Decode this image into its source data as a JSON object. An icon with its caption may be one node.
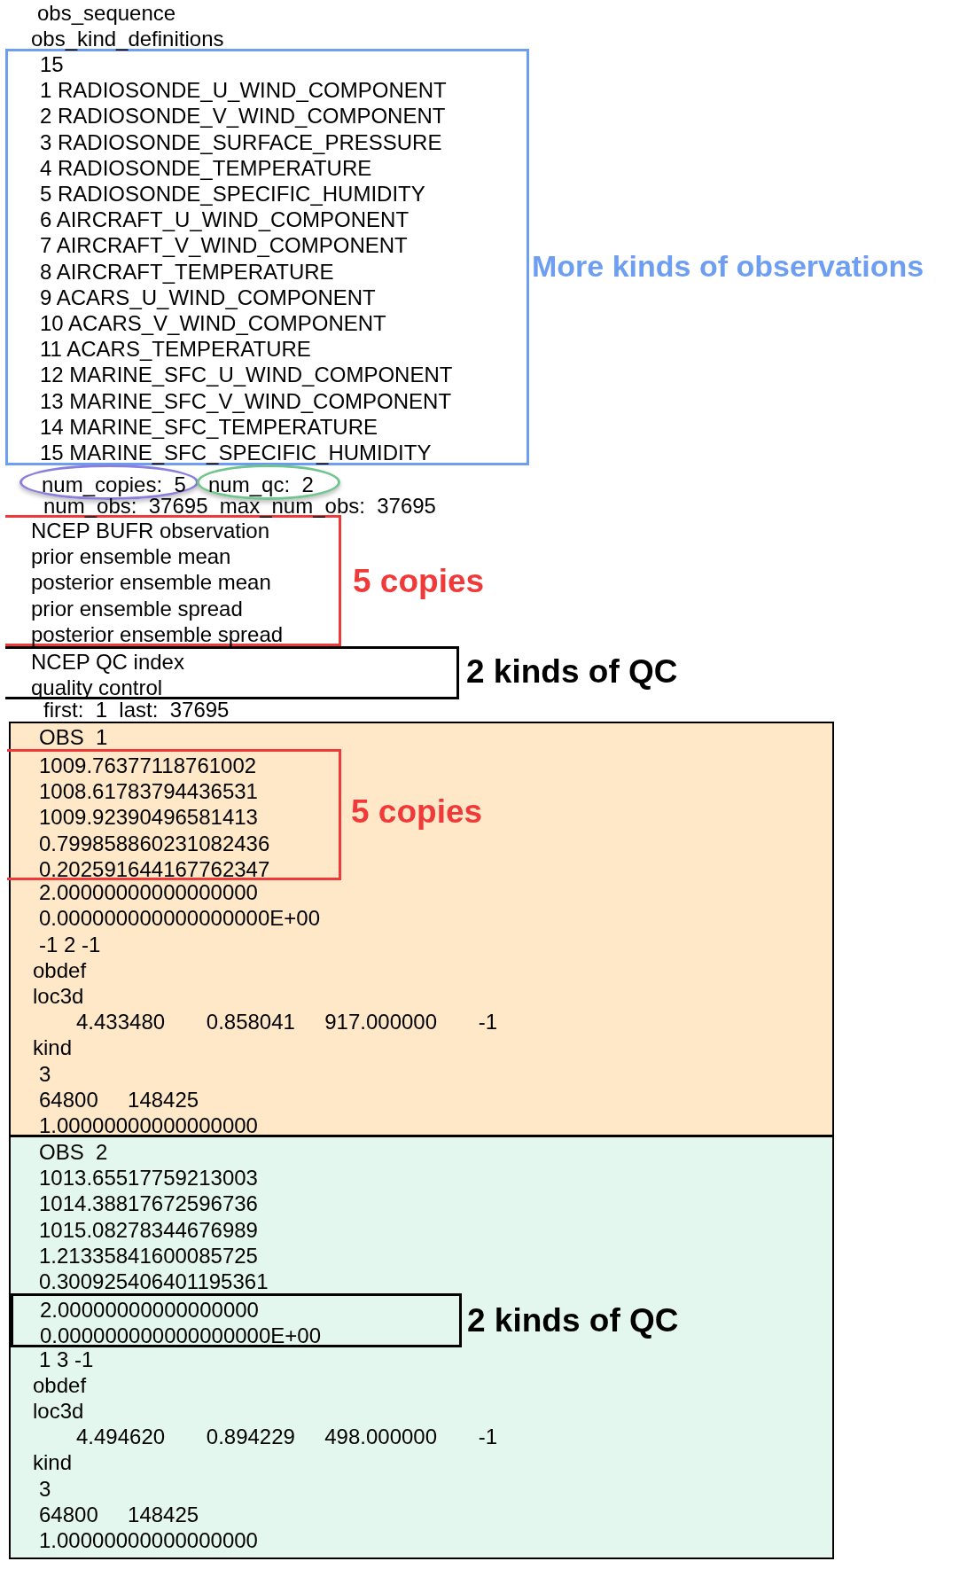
{
  "diagram": {
    "nodes": [
      {
        "text": [
          "15",
          "1 RADIOSONDE_U_WIND_COMPONENT",
          "2 RADIOSONDE_V_WIND_COMPONENT",
          "3 RADIOSONDE_SURFACE_PRESSURE",
          "4 RADIOSONDE_TEMPERATURE",
          "5 RADIOSONDE_SPECIFIC_HUMIDITY",
          "6 AIRCRAFT_U_WIND_COMPONENT",
          "7 AIRCRAFT_V_WIND_COMPONENT",
          "8 AIRCRAFT_TEMPERATURE",
          "9 ACARS_U_WIND_COMPONENT",
          "10 ACARS_V_WIND_COMPONENT",
          "11 ACARS_TEMPERATURE",
          "12 MARINE_SFC_U_WIND_COMPONENT",
          "13 MARINE_SFC_V_WIND_COMPONENT",
          "14 MARINE_SFC_TEMPERATURE",
          "15 MARINE_SFC_SPECIFIC_HUMIDITY"
        ],
        "beside": [
          "More kinds of observations"
        ]
      },
      {
        "text": [
          "num_copies:  5"
        ]
      },
      {
        "text": [
          "num_qc:  2"
        ]
      },
      {
        "text": [
          "NCEP BUFR observation",
          "prior ensemble mean",
          "posterior ensemble mean",
          "prior ensemble spread",
          "posterior ensemble spread"
        ],
        "beside": [
          "5 copies"
        ]
      },
      {
        "text": [
          "NCEP QC index",
          "quality control"
        ],
        "beside": [
          "2 kinds of QC"
        ]
      },
      {
        "text": [
          "OBS  1",
          "2.00000000000000000",
          "0.000000000000000000E+00",
          "-1 2 -1",
          "obdef",
          "loc3d",
          "4.433480       0.858041     917.000000       -1",
          "kind",
          "3",
          "64800     148425",
          "1.00000000000000000"
        ]
      },
      {
        "text": [
          "1009.76377118761002",
          "1008.61783794436531",
          "1009.92390496581413",
          "0.799858860231082436",
          "0.202591644167762347"
        ],
        "in": 5,
        "beside": [
          "5 copies"
        ]
      },
      {
        "text": [
          "OBS  2",
          "1013.65517759213003",
          "1014.38817672596736",
          "1015.08278344676989",
          "1.21335841600085725",
          "0.300925406401195361",
          "1 3 -1",
          "obdef",
          "loc3d",
          "4.494620       0.894229     498.000000       -1",
          "kind",
          "3",
          "64800     148425",
          "1.00000000000000000"
        ]
      },
      {
        "text": [
          "2.00000000000000000",
          "0.000000000000000000E+00"
        ],
        "in": 7,
        "beside": [
          "2 kinds of QC"
        ]
      }
    ],
    "edges": [],
    "labels": [
      "obs_sequence",
      "obs_kind_definitions",
      "num_obs:  37695  max_num_obs:  37695",
      "first:  1  last:  37695"
    ]
  }
}
